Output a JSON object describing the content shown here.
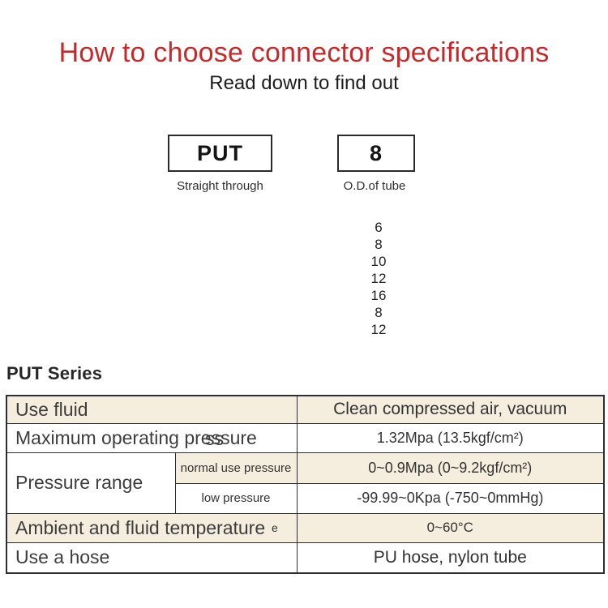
{
  "colors": {
    "title_red": "#c9282a",
    "row_beige": "#f5eddd",
    "table_border": "#2e2e2e",
    "label_text": "#3d3d3d"
  },
  "header": {
    "title": "How to choose connector specifications",
    "subtitle": "Read down to find out"
  },
  "code_builder": {
    "segments": [
      {
        "code": "PUT",
        "caption": "Straight through"
      },
      {
        "code": "8",
        "caption": "O.D.of tube"
      }
    ],
    "tube_od_options": [
      "6",
      "8",
      "10",
      "12",
      "16",
      "8",
      "12"
    ]
  },
  "series_heading": "PUT Series",
  "spec_table": {
    "rows": [
      {
        "label": "Use fluid",
        "value": "Clean compressed air, vacuum"
      },
      {
        "label": "Maximum operating pressure",
        "value": "1.32Mpa (13.5kgf/cm²)"
      },
      {
        "label": "Pressure range",
        "sub_rows": [
          {
            "sub_label": "normal use pressure",
            "value": "0~0.9Mpa (0~9.2kgf/cm²)"
          },
          {
            "sub_label": "low pressure",
            "value": "-99.99~0Kpa (-750~0mmHg)"
          }
        ]
      },
      {
        "label": "Ambient and fluid temperature",
        "value": "0~60°C"
      },
      {
        "label": "Use a hose",
        "value": "PU hose, nylon tube"
      }
    ]
  },
  "artifacts": {
    "pressure_double_ss": "ss",
    "temperature_stray_e": "e"
  }
}
